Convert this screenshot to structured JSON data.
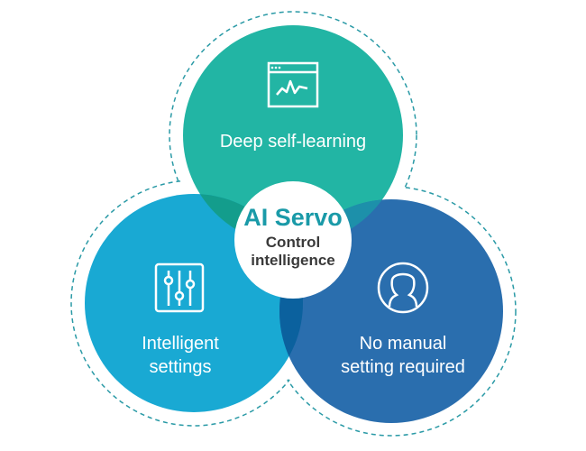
{
  "colors": {
    "top": "#22b5a4",
    "left": "#19a9d3",
    "right": "#2a6eae",
    "outline": "#2a9aa6",
    "title": "#1a9aa8",
    "subtitle": "#3a3a3a"
  },
  "center": {
    "title": "AI Servo",
    "subtitle_line1": "Control",
    "subtitle_line2": "intelligence"
  },
  "circles": [
    {
      "label_line1": "Deep self-learning",
      "icon": "browser-chart-icon"
    },
    {
      "label_line1": "Intelligent",
      "label_line2": "settings",
      "icon": "sliders-icon"
    },
    {
      "label_line1": "No manual",
      "label_line2": "setting required",
      "icon": "user-icon"
    }
  ]
}
